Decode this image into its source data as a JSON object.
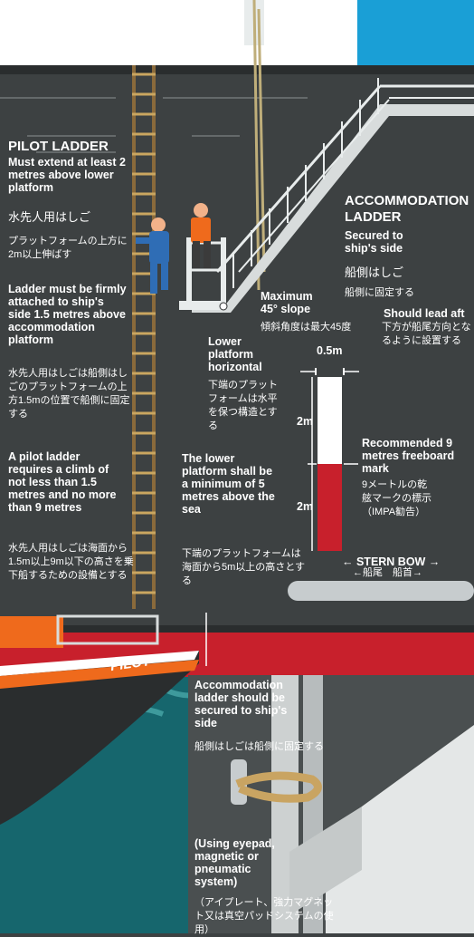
{
  "pilot_ladder": {
    "title": "PILOT LADDER",
    "note_extend": "Must extend at least 2 metres above lower platform",
    "title_jp": "水先人用はしご",
    "note_extend_jp": "プラットフォームの上方に2m以上伸ばす",
    "note_attached": "Ladder must be firmly attached to ship's side 1.5 metres above accommodation platform",
    "note_attached_jp": "水先人用はしごは船側はしごのプラットフォームの上方1.5mの位置で船側に固定する",
    "note_climb": "A pilot ladder requires a climb of not less than 1.5 metres and no more than 9 metres",
    "note_climb_jp": "水先人用はしごは海面から1.5m以上9m以下の高さを乗下船するための設備とする"
  },
  "accommodation_ladder": {
    "title_line1": "ACCOMMODATION",
    "title_line2": "LADDER",
    "note_secured": "Secured to ship's side",
    "title_jp": "船側はしご",
    "note_secured_jp": "船側に固定する",
    "note_aft": "Should lead aft",
    "note_aft_jp": "下方が船尾方向となるように設置する"
  },
  "slope": {
    "label": "Maximum 45° slope",
    "label_jp": "傾斜角度は最大45度"
  },
  "lower_platform": {
    "note_horizontal": "Lower platform horizontal",
    "note_horizontal_jp": "下端のプラットフォームは水平を保つ構造とする",
    "note_height": "The lower platform shall be a minimum of 5 metres above the sea",
    "note_height_jp": "下端のプラットフォームは海面から5m以上の高さとする"
  },
  "freeboard": {
    "width_label": "0.5m",
    "upper_label": "2m",
    "lower_label": "2m",
    "title": "Recommended 9 metres freeboard mark",
    "title_jp": "9メートルの乾舷マークの標示（IMPA勧告）",
    "upper_color": "#ffffff",
    "lower_color": "#c8202c"
  },
  "direction": {
    "label": "← STERN  BOW →",
    "label_jp": "←船尾　船首→"
  },
  "boat": {
    "name": "PILOT",
    "accent": "#ef6a1c"
  },
  "inset": {
    "heading": "Accommodation ladder should be secured to ship's side",
    "heading_jp": "船側はしごは船側に固定する",
    "method": "(Using eyepad, magnetic or pneumatic system)",
    "method_jp": "（アイプレート、強力マグネット又は真空パッドシステムの使用）"
  },
  "colors": {
    "sky": "#1a9fd6",
    "hull": "#3d4142",
    "hull_red": "#c8202c",
    "sea": "#16666d",
    "sea_light": "#3e9a9c"
  }
}
